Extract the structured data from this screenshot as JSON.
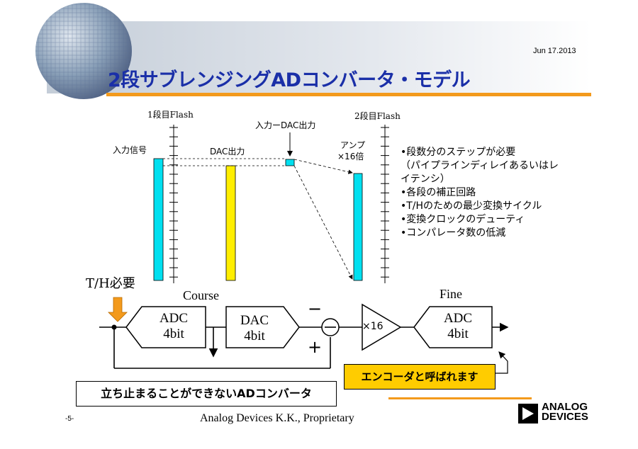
{
  "header": {
    "date": "Jun 17.2013",
    "title": "2段サブレンジングADコンバータ・モデル"
  },
  "top_diagram": {
    "flash1_label": "1段目Flash",
    "flash2_label": "2段目Flash",
    "input_signal_label": "入力信号",
    "dac_output_label": "DAC出力",
    "input_minus_dac_label": "入力ーDAC出力",
    "amp_label_line1": "アンプ",
    "amp_label_line2": "×16倍"
  },
  "bullets": [
    "•段数分のステップが必要",
    "（パイプラインディレイあるいはレ",
    "イテンシ）",
    "•各段の補正回路",
    "•T/Hのための最少変換サイクル",
    "•変換クロックのデューティ",
    "•コンパレータ数の低減"
  ],
  "block_diagram": {
    "th_label": "T/H必要",
    "course_label": "Course",
    "fine_label": "Fine",
    "adc1_line1": "ADC",
    "adc1_line2": "4bit",
    "dac_line1": "DAC",
    "dac_line2": "4bit",
    "minus_sign": "−",
    "plus_sign": "+",
    "amp_gain": "×16",
    "adc2_line1": "ADC",
    "adc2_line2": "4bit"
  },
  "callouts": {
    "encoder": "エンコーダと呼ばれます",
    "cannot_stop": "立ち止まることができないADコンバータ"
  },
  "footer": {
    "page": "-5-",
    "proprietary": "Analog Devices K.K., Proprietary",
    "logo_line1": "ANALOG",
    "logo_line2": "DEVICES"
  },
  "colors": {
    "title_blue": "#1a2fa8",
    "bar_cyan": "#00e0f0",
    "bar_yellow": "#ffee00",
    "accent_orange": "#f39a1c",
    "callout_yellow": "#ffcc00"
  }
}
